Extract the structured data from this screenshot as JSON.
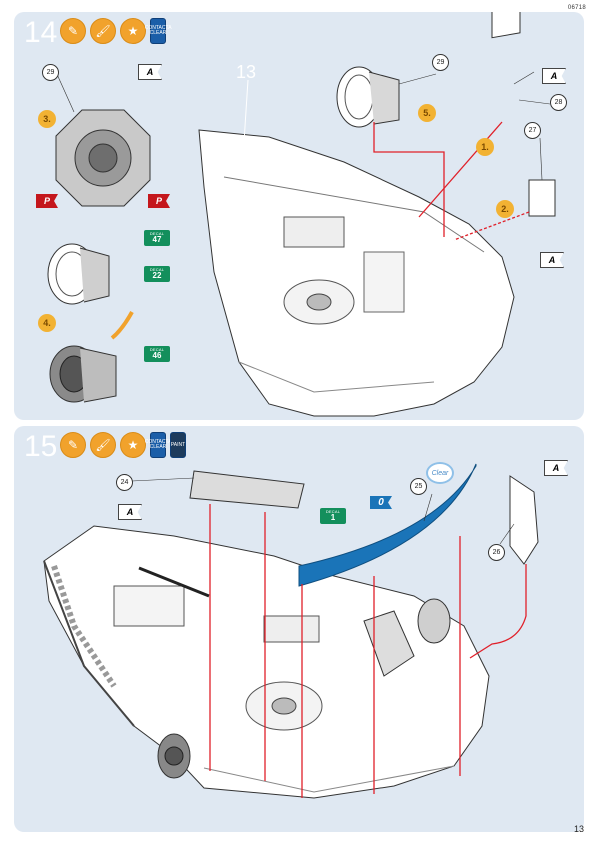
{
  "doc_number": "06718",
  "page_number": "13",
  "colors": {
    "panel_bg": "#dfe8f2",
    "tool_orange": "#f1a22c",
    "paint_blue": "#1b5ea8",
    "decal_green": "#138f5c",
    "flag_red": "#c4161c",
    "part_blue": "#1a74b8",
    "guide_red": "#e0202a"
  },
  "step14": {
    "number": "14",
    "tools": [
      {
        "icon": "knife-icon"
      },
      {
        "icon": "glue-brush-icon"
      },
      {
        "icon": "star-badge-icon"
      }
    ],
    "paint": "CONTACTA CLEAR",
    "part_label_13": "13",
    "callouts": [
      "29",
      "29",
      "28",
      "27"
    ],
    "flags": [
      "A",
      "A",
      "A",
      "P",
      "P"
    ],
    "substeps": [
      "3.",
      "4.",
      "5.",
      "1.",
      "2."
    ],
    "decals": [
      {
        "label": "DECAL",
        "num": "47"
      },
      {
        "label": "DECAL",
        "num": "22"
      },
      {
        "label": "DECAL",
        "num": "46"
      }
    ]
  },
  "step15": {
    "number": "15",
    "tools": [
      {
        "icon": "knife-icon"
      },
      {
        "icon": "glue-brush-icon"
      },
      {
        "icon": "star-badge-icon"
      }
    ],
    "paints": [
      "CONTACTA CLEAR",
      "PAINT"
    ],
    "callouts": [
      "24",
      "25",
      "26"
    ],
    "flags": [
      "A",
      "A"
    ],
    "clear_label": "Clear",
    "part_zero": "0",
    "decal": {
      "label": "DECAL",
      "num": "1"
    }
  }
}
